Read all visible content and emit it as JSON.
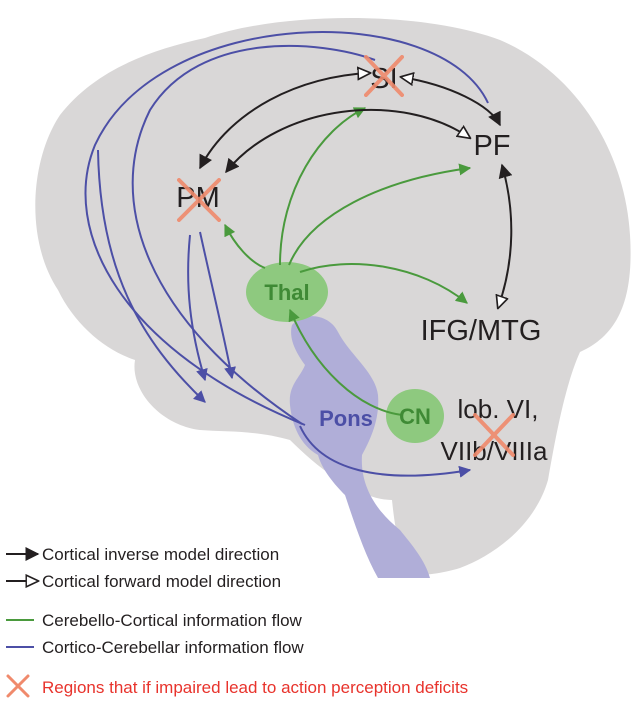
{
  "regions": {
    "si": "SI",
    "pf": "PF",
    "pm": "PM",
    "ifg_mtg": "IFG/MTG",
    "lob_line1": "lob. VI,",
    "lob_line2": "VIIb/VIIIa"
  },
  "nodes": {
    "thal": "Thal",
    "pons": "Pons",
    "cn": "CN"
  },
  "legend": {
    "inverse": "Cortical inverse model direction",
    "forward": "Cortical forward model direction",
    "cerebello_cortical": "Cerebello-Cortical information flow",
    "cortico_cerebellar": "Cortico-Cerebellar information flow",
    "impaired": "Regions that if impaired lead to action perception deficits"
  },
  "colors": {
    "brain": "#d9d7d7",
    "brainstem": "#b0aed8",
    "green": "#4a9a3d",
    "green_node": "#8ec97f",
    "blue": "#4c4fa6",
    "black": "#231f20",
    "cross": "#f08a6c",
    "red_text": "#e8332c"
  },
  "icons": {
    "impaired_marker": "x-cross-icon",
    "inverse_arrow": "filled-arrow-icon",
    "forward_arrow": "open-arrow-icon"
  }
}
